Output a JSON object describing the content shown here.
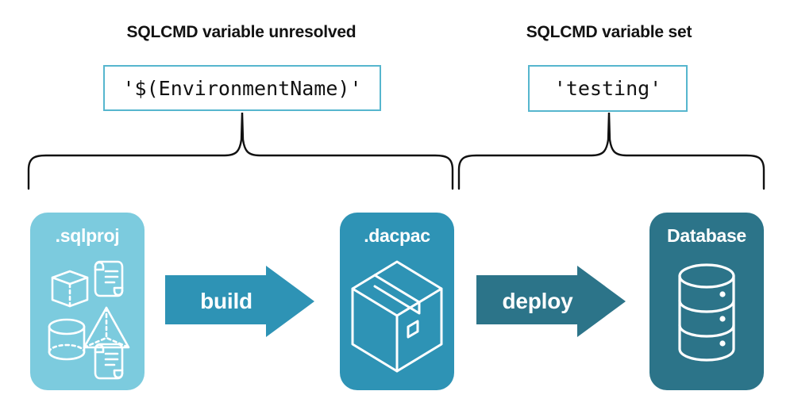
{
  "headings": {
    "left": "SQLCMD variable unresolved",
    "right": "SQLCMD variable set"
  },
  "code_boxes": {
    "left_value": "'$(EnvironmentName)'",
    "right_value": "'testing'"
  },
  "stages": [
    {
      "label": ".sqlproj",
      "icon": "sqlproj-assets-icon",
      "color": "#7CCBDE"
    },
    {
      "label": ".dacpac",
      "icon": "package-box-icon",
      "color": "#2E93B5"
    },
    {
      "label": "Database",
      "icon": "database-cylinder-icon",
      "color": "#2C7489"
    }
  ],
  "arrows": [
    {
      "label": "build",
      "icon": "arrow-right-icon",
      "color": "#2E93B5"
    },
    {
      "label": "deploy",
      "icon": "arrow-right-icon",
      "color": "#2C7489"
    }
  ],
  "accents": {
    "code_border": "#56B6CE",
    "brace_stroke": "#111111",
    "text_dark": "#121212",
    "text_light": "#ffffff",
    "background": "#ffffff"
  },
  "braces": {
    "left_name": "brace-unresolved-span",
    "right_name": "brace-set-span"
  }
}
